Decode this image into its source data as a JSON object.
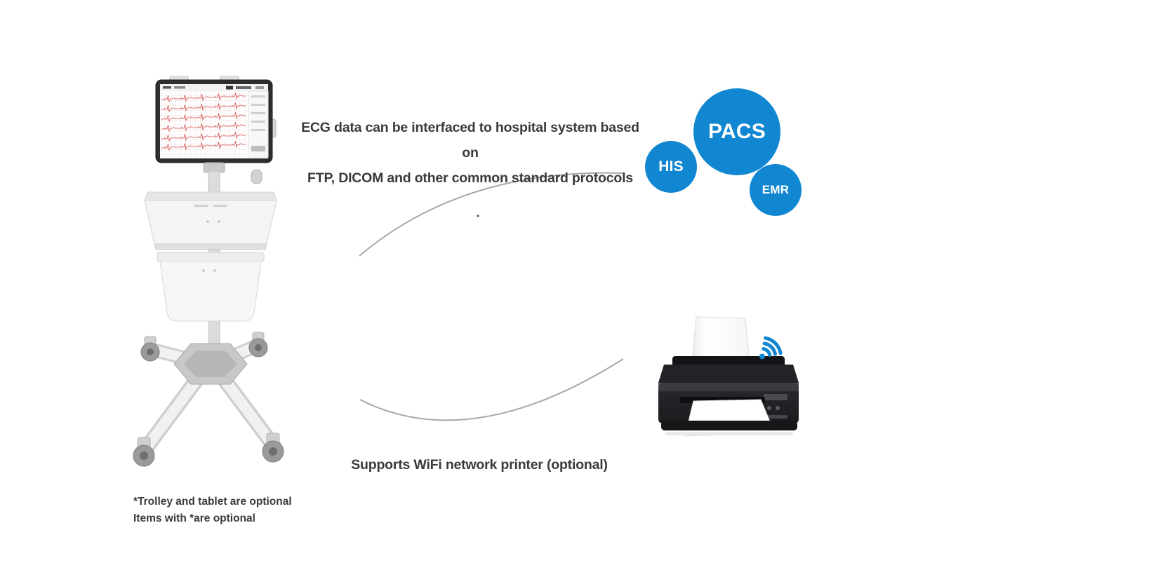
{
  "captions": {
    "top_line1": "ECG data can be interfaced to hospital system based on",
    "top_line2": "FTP, DICOM and other common standard protocols",
    "bottom": "Supports WiFi network printer (optional)",
    "footnote_line1": "*Trolley and tablet are optional",
    "footnote_line2": "Items with *are optional"
  },
  "bubbles": {
    "pacs": "PACS",
    "his": "HIS",
    "emr": "EMR"
  },
  "icons": {
    "wifi": "wifi-icon"
  },
  "illustrations": {
    "left_device": "ecg-tablet-trolley",
    "right_device": "wifi-network-printer"
  },
  "colors": {
    "bubble_blue": "#1287d1",
    "wifi_blue": "#1287d1",
    "arc_gray": "#a8a8a8",
    "text_dark": "#3b3b3b",
    "ecg_trace_red": "#d64b4b"
  }
}
